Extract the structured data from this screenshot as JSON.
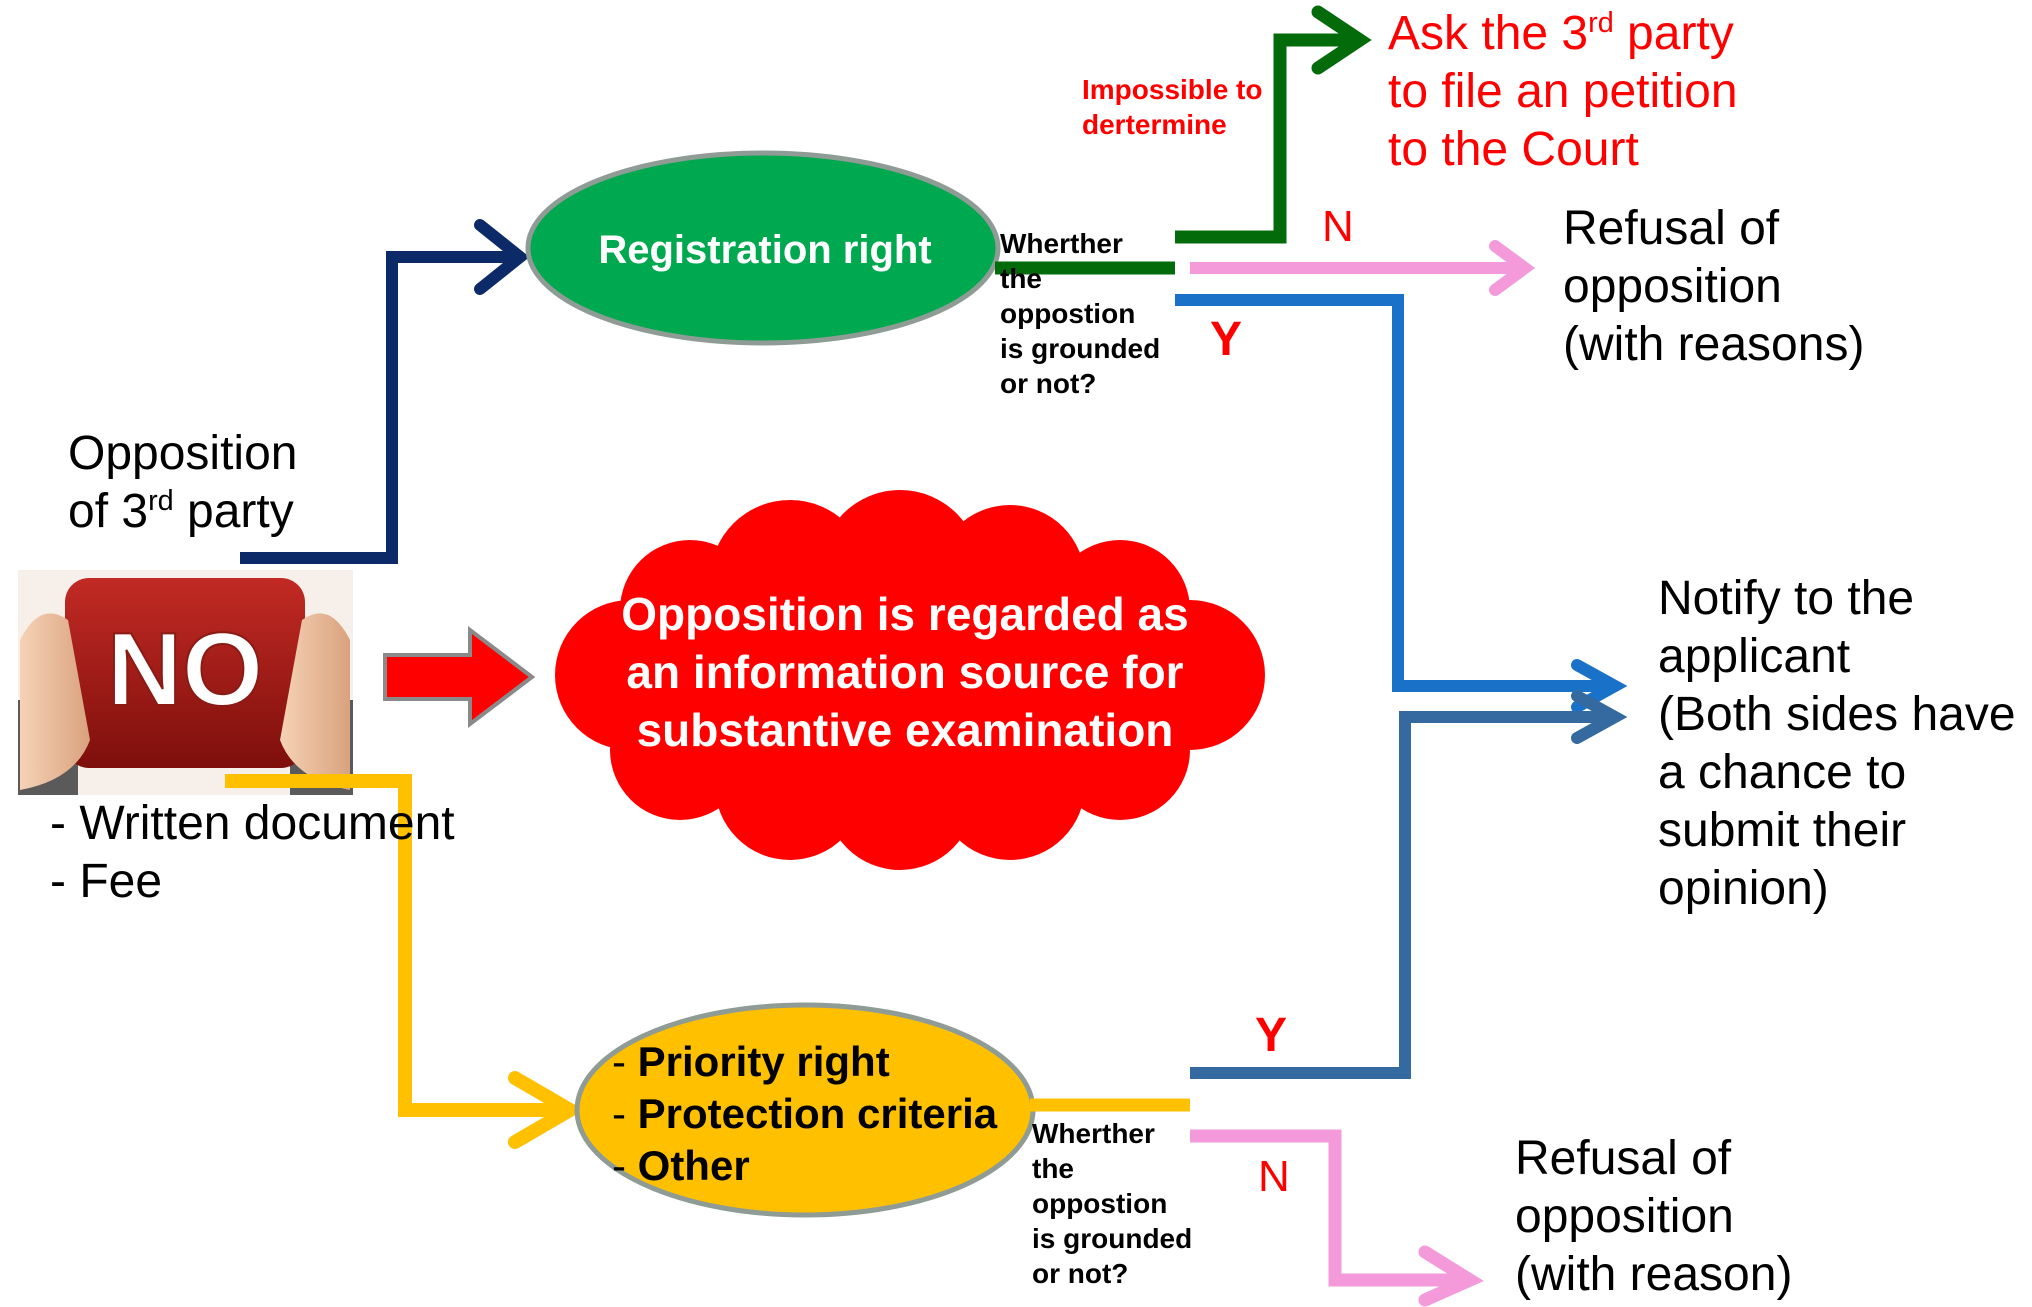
{
  "colors": {
    "navy": "#0d2a68",
    "green": "#00a84f",
    "darkgreen": "#046b0b",
    "pink": "#f49adb",
    "blue": "#1a72c8",
    "steel": "#346aa0",
    "yellow": "#ffc000",
    "red": "#ff0000"
  },
  "opposition": {
    "line1": "Opposition",
    "line2_pre": "of  3",
    "line2_sup": "rd",
    "line2_post": " party"
  },
  "no_image": {
    "text": "NO"
  },
  "requirements": {
    "item1": "- Written document",
    "item2": "- Fee"
  },
  "registration": {
    "label": "Registration right"
  },
  "question_top": {
    "l1": "Wherther",
    "l2": "the",
    "l3": "oppostion",
    "l4": "is grounded",
    "l5": "or not?"
  },
  "impossible": {
    "l1": "Impossible to",
    "l2": "dertermine"
  },
  "court": {
    "l1_pre": "Ask the 3",
    "l1_sup": "rd",
    "l1_post": " party",
    "l2": "to file an petition",
    "l3": "to the Court"
  },
  "labels": {
    "n": "N",
    "y": "Y"
  },
  "refusal_top": {
    "l1": "Refusal of",
    "l2": "opposition",
    "l3": "(with reasons)"
  },
  "cloud": {
    "l1": "Opposition is regarded as",
    "l2": "an information source for",
    "l3": "substantive examination"
  },
  "notify": {
    "l1": "Notify to the",
    "l2": "applicant",
    "l3": "(Both sides have",
    "l4": "a chance to",
    "l5": "submit their",
    "l6": "opinion)"
  },
  "criteria": {
    "dash": "- ",
    "i1": "Priority right",
    "i2": "Protection criteria",
    "i3": "Other"
  },
  "question_bottom": {
    "l1": "Wherther",
    "l2": "the",
    "l3": "oppostion",
    "l4": "is grounded",
    "l5": "or not?"
  },
  "refusal_bottom": {
    "l1": "Refusal of",
    "l2": "opposition",
    "l3": "(with reason)"
  }
}
